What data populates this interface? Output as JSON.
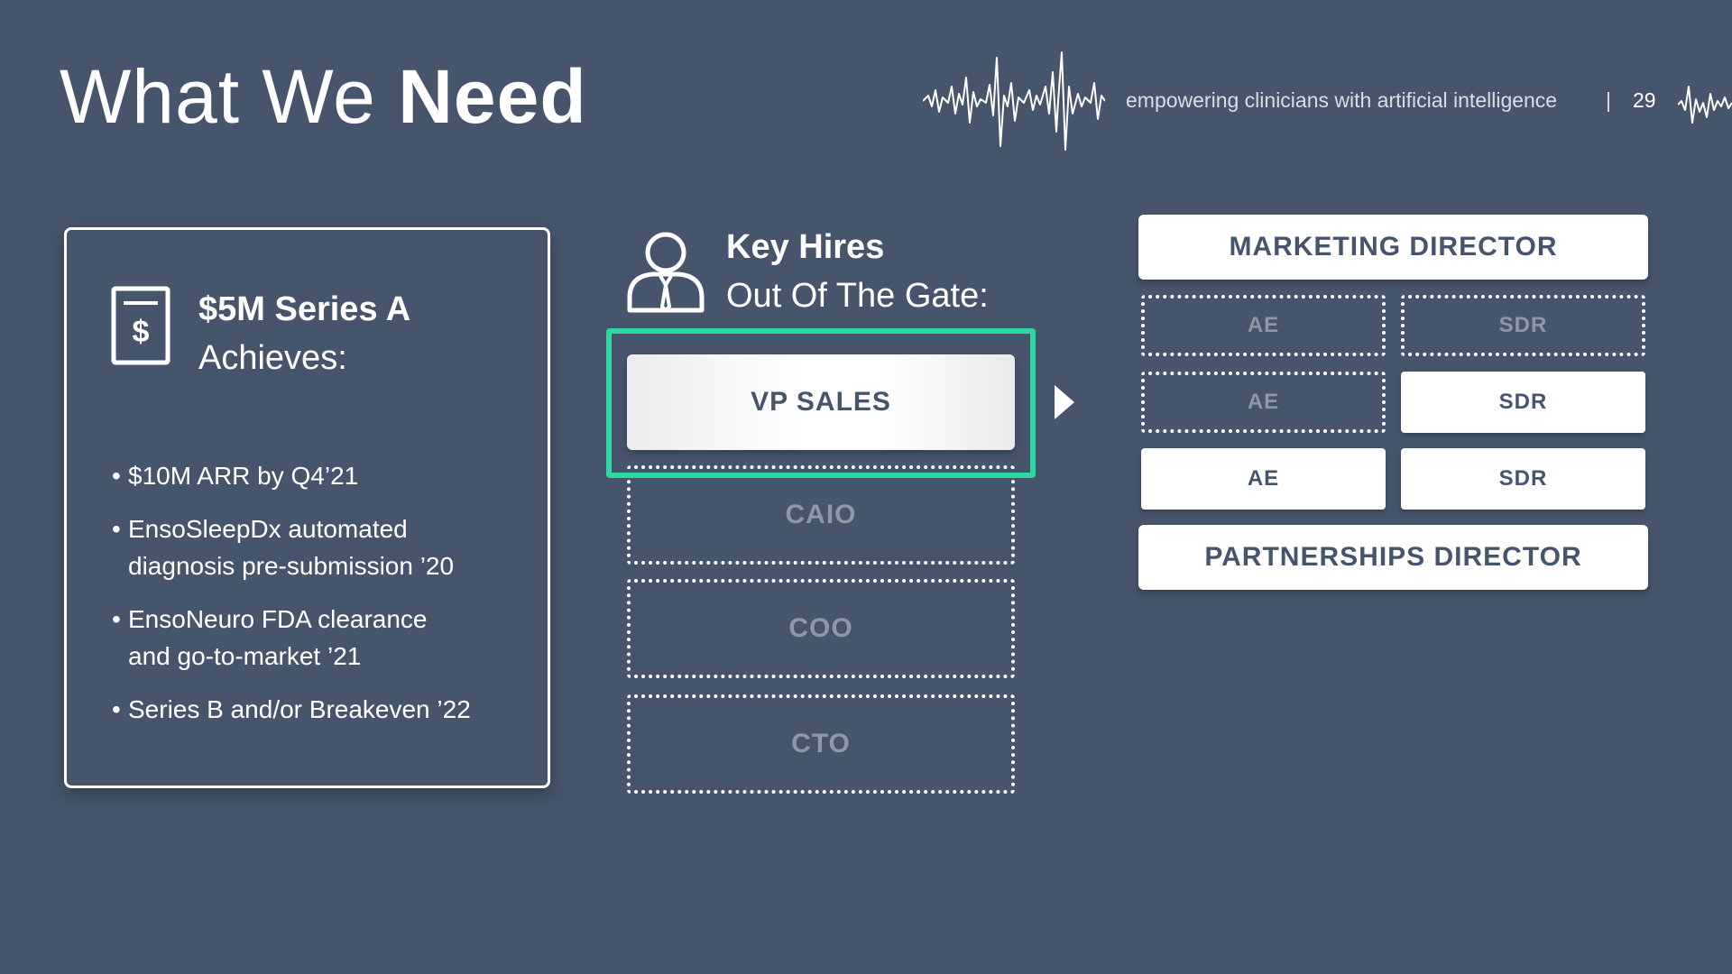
{
  "header": {
    "title_light": "What We ",
    "title_bold": "Need",
    "tagline": "empowering clinicians with artificial intelligence",
    "separator": "|",
    "page_number": "29"
  },
  "funding_card": {
    "icon": "dollar-document-icon",
    "heading": "$5M Series A",
    "subheading": "Achieves:",
    "bullet": "•",
    "goals": [
      "$10M ARR by Q4’21",
      "EnsoSleepDx automated\ndiagnosis pre-submission ’20",
      "EnsoNeuro FDA clearance\nand go-to-market ’21",
      "Series B and/or Breakeven ’22"
    ]
  },
  "key_hires": {
    "icon": "person-icon",
    "heading": "Key Hires",
    "subheading": "Out Of The Gate:",
    "highlight_color": "#2ed9a1",
    "filled_role": "VP SALES",
    "open_roles": [
      "CAIO",
      "COO",
      "CTO"
    ]
  },
  "sales_org": {
    "arrow_icon": "arrow-right-icon",
    "top_role": "MARKETING DIRECTOR",
    "bottom_role": "PARTNERSHIPS DIRECTOR",
    "team_rows": [
      [
        {
          "label": "AE",
          "status": "open"
        },
        {
          "label": "SDR",
          "status": "open"
        }
      ],
      [
        {
          "label": "AE",
          "status": "open"
        },
        {
          "label": "SDR",
          "status": "filled"
        }
      ],
      [
        {
          "label": "AE",
          "status": "filled"
        },
        {
          "label": "SDR",
          "status": "filled"
        }
      ]
    ]
  },
  "colors": {
    "background": "#46556c",
    "accent": "#2ed9a1",
    "open_slot_text": "#8d97a5"
  }
}
